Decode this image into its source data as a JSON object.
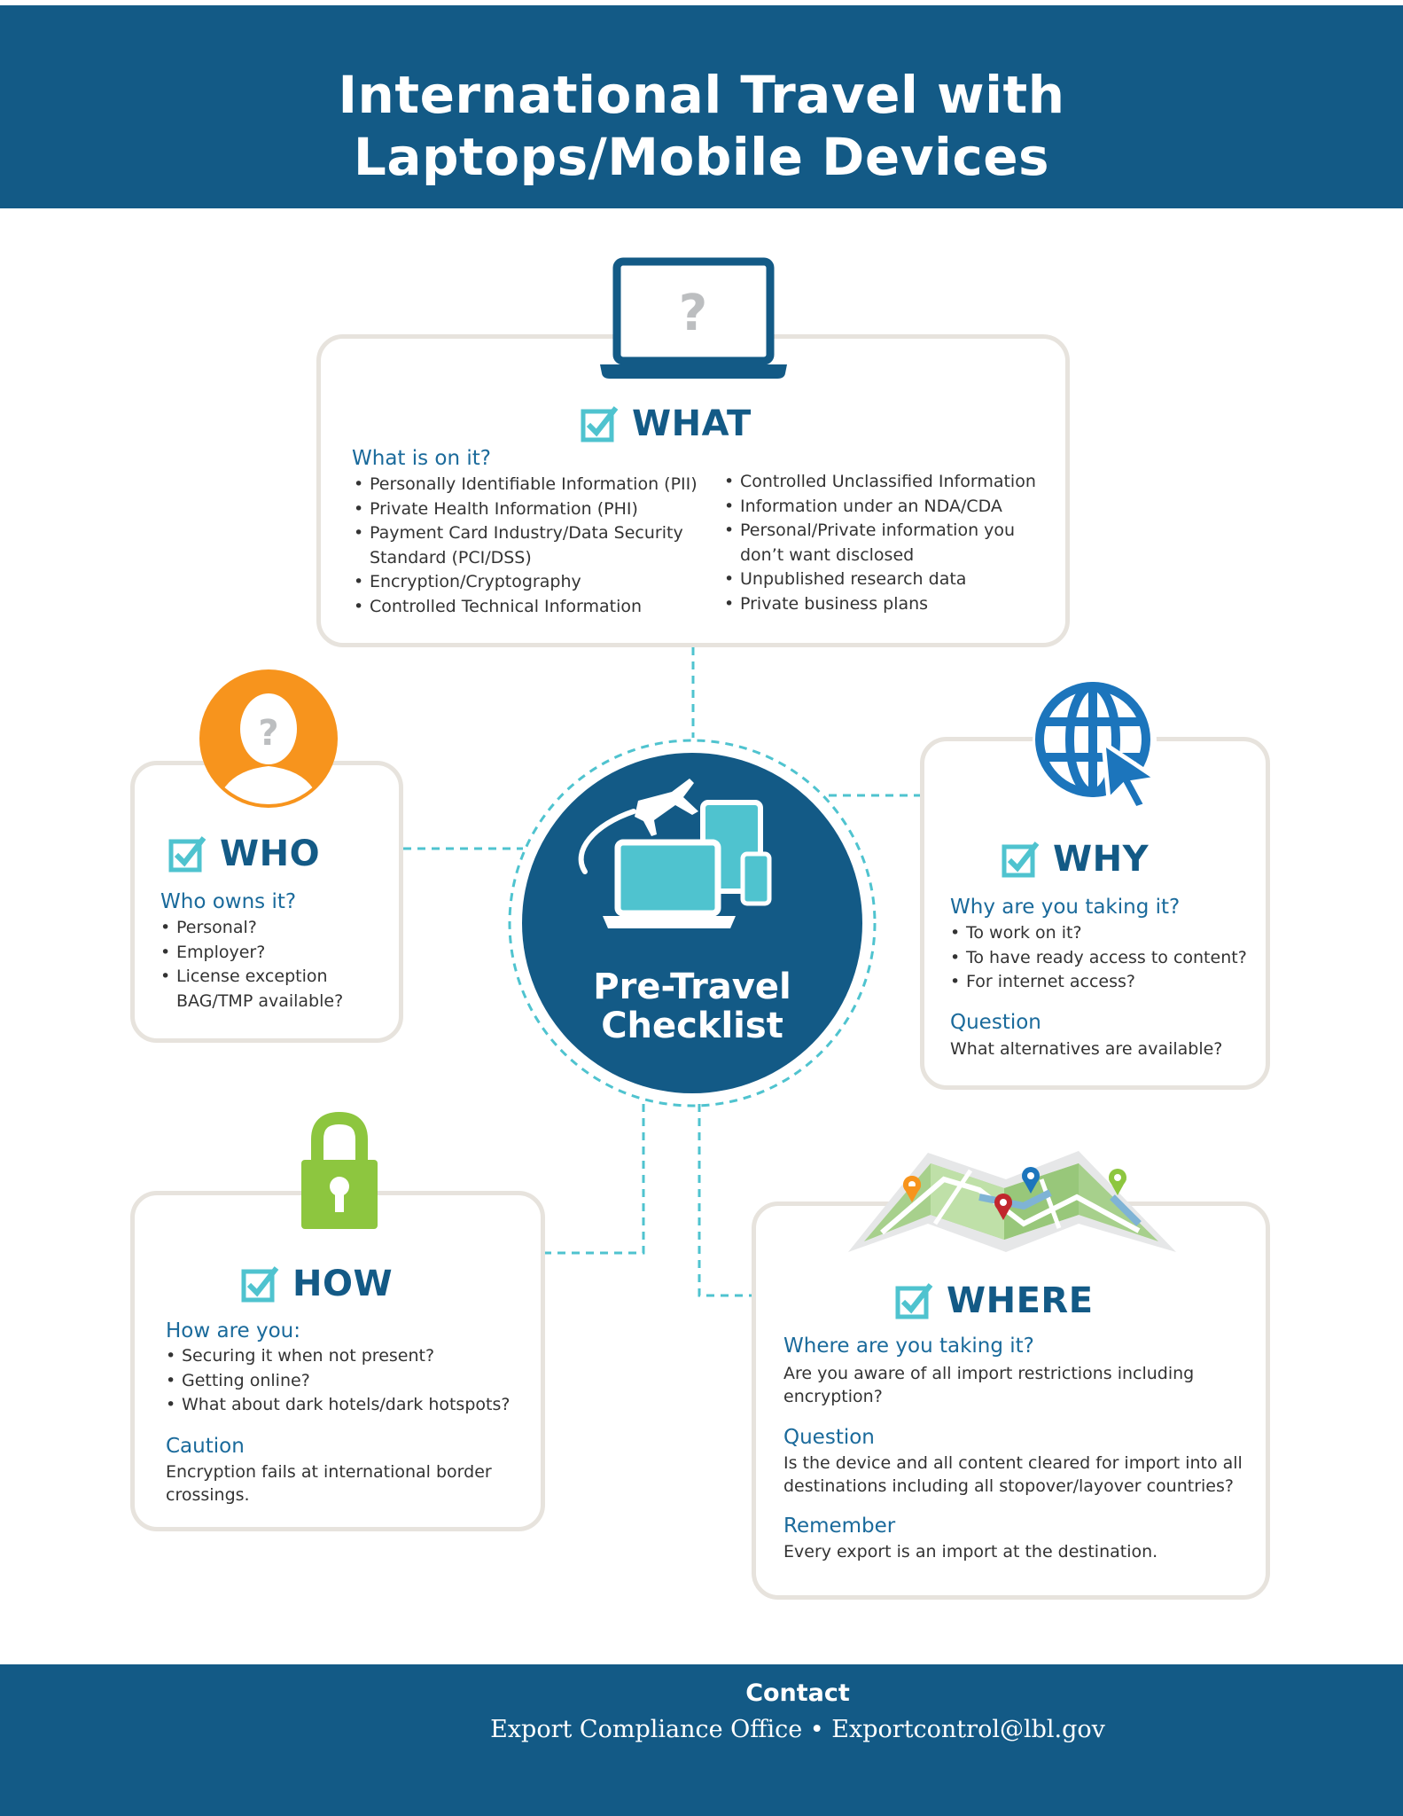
{
  "header": {
    "title": "International Travel with\nLaptops/Mobile Devices"
  },
  "center": {
    "title": "Pre-Travel\nChecklist"
  },
  "what": {
    "heading": "WHAT",
    "subheading": "What is on it?",
    "left_items": [
      "Personally Identifiable Information (PII)",
      "Private Health Information (PHI)",
      "Payment Card Industry/Data Security Standard (PCI/DSS)",
      "Encryption/Cryptography",
      "Controlled Technical Information"
    ],
    "right_items": [
      "Controlled Unclassified Information",
      "Information under an NDA/CDA",
      "Personal/Private information you don’t want disclosed",
      "Unpublished research data",
      "Private business plans"
    ]
  },
  "who": {
    "heading": "WHO",
    "subheading": "Who owns it?",
    "items": [
      "Personal?",
      "Employer?",
      "License exception BAG/TMP available?"
    ]
  },
  "why": {
    "heading": "WHY",
    "subheading": "Why are you taking it?",
    "items": [
      "To work on it?",
      "To have ready access to content?",
      "For internet access?"
    ],
    "question_label": "Question",
    "question_text": "What alternatives are available?"
  },
  "how": {
    "heading": "HOW",
    "subheading": "How are you:",
    "items": [
      "Securing it when not present?",
      "Getting online?",
      "What about dark hotels/dark hotspots?"
    ],
    "caution_label": "Caution",
    "caution_text": "Encryption fails at international border crossings."
  },
  "where": {
    "heading": "WHERE",
    "subheading": "Where are you taking it?",
    "text": "Are you aware of all import restrictions including encryption?",
    "question_label": "Question",
    "question_text": "Is the device and all content cleared for import into all destinations including all stopover/layover countries?",
    "remember_label": "Remember",
    "remember_text": "Every export is an import at the destination."
  },
  "footer": {
    "contact_label": "Contact",
    "contact_line": "Export Compliance Office  • Exportcontrol@lbl.gov"
  },
  "colors": {
    "navy": "#135a86",
    "teal": "#4fc3cf",
    "orange": "#f7941d",
    "green": "#8dc63f",
    "blue": "#1c75bc"
  },
  "icons": [
    "laptop-question-icon",
    "person-question-icon",
    "globe-cursor-icon",
    "padlock-icon",
    "map-pins-icon",
    "airplane-devices-icon",
    "checkbox-icon"
  ]
}
